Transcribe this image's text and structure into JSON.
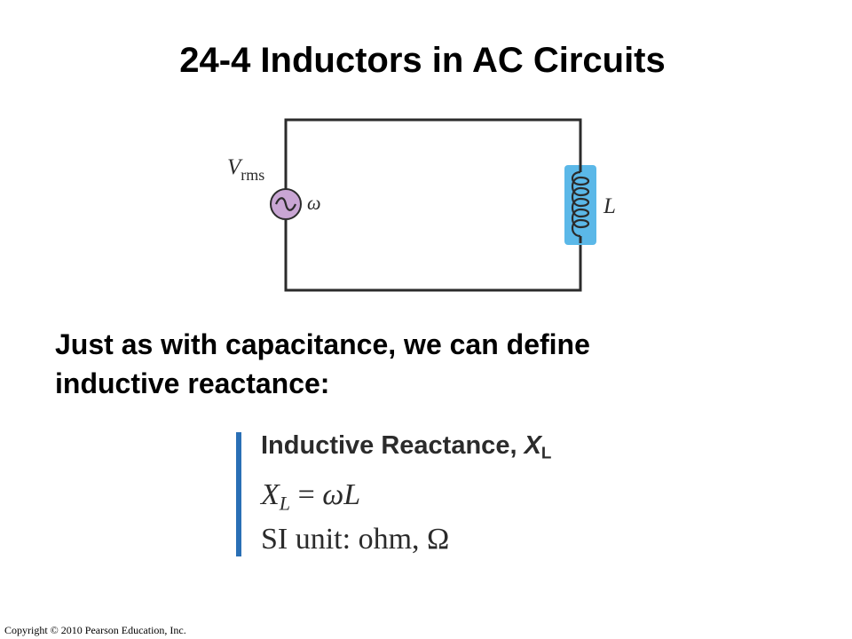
{
  "slide": {
    "title": "24-4 Inductors in AC Circuits",
    "body_line1": "Just as with capacitance, we can define",
    "body_line2": "inductive reactance:",
    "copyright": "Copyright © 2010 Pearson Education, Inc."
  },
  "circuit": {
    "source_label_main": "V",
    "source_label_sub": "rms",
    "frequency_label": "ω",
    "inductor_label": "L",
    "colors": {
      "wire": "#2b2b2b",
      "source_fill": "#c9a6d4",
      "inductor_fill": "#5bb8e8"
    }
  },
  "formula": {
    "heading_text": "Inductive Reactance, ",
    "heading_symbol": "X",
    "heading_symbol_sub": "L",
    "eq_lhs": "X",
    "eq_lhs_sub": "L",
    "eq_operator": " = ",
    "eq_rhs_omega": "ω",
    "eq_rhs_L": "L",
    "unit_line": "SI unit: ohm, Ω",
    "accent_color": "#2a6fb5"
  }
}
